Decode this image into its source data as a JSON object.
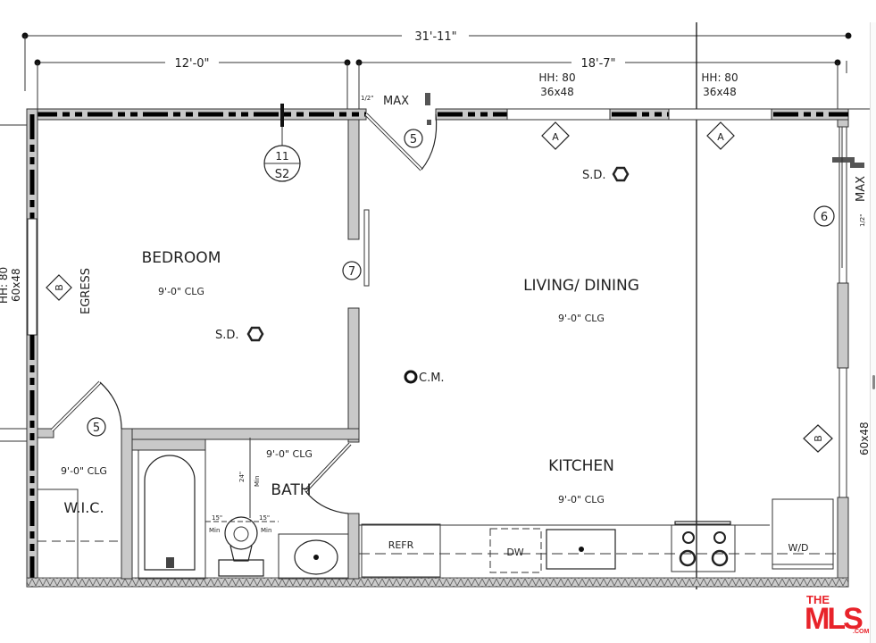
{
  "dimensions": {
    "overall_width": "31'-11\"",
    "bedroom_width": "12'-0\"",
    "living_width": "18'-7\""
  },
  "windows": {
    "top_a1": {
      "head_height": "HH: 80",
      "size": "36x48",
      "tag": "A"
    },
    "top_a2": {
      "head_height": "HH: 80",
      "size": "36x48",
      "tag": "A"
    },
    "left_b": {
      "head_height": "HH: 80",
      "size": "60x48",
      "tag": "B",
      "note": "EGRESS"
    },
    "right_b": {
      "size": "60x48",
      "tag": "B"
    }
  },
  "rooms": {
    "bedroom": {
      "name": "BEDROOM",
      "ceiling": "9'-0\" CLG"
    },
    "living": {
      "name": "LIVING/ DINING",
      "ceiling": "9'-0\" CLG"
    },
    "kitchen": {
      "name": "KITCHEN",
      "ceiling": "9'-0\" CLG"
    },
    "bath": {
      "name": "BATH",
      "ceiling": "9'-0\" CLG"
    },
    "wic": {
      "name": "W.I.C.",
      "ceiling": "9'-0\" CLG"
    }
  },
  "tags": {
    "door_entry": "5",
    "door_wic": "5",
    "door_closet": "7",
    "door_side": "6",
    "section_top": "11",
    "section_bottom": "S2",
    "threshold_top": "MAX",
    "threshold_side": "MAX",
    "threshold_fraction": "1/2\""
  },
  "fixtures": {
    "smoke_detector": "S.D.",
    "co_monitor": "C.M.",
    "refrigerator": "REFR",
    "dishwasher": "DW",
    "washer_dryer": "W/D",
    "clearance_front": "24\"",
    "clearance_side": "15\"",
    "min": "Min"
  },
  "logo": {
    "text": "THE MLS .COM",
    "color": "#e8232a"
  }
}
